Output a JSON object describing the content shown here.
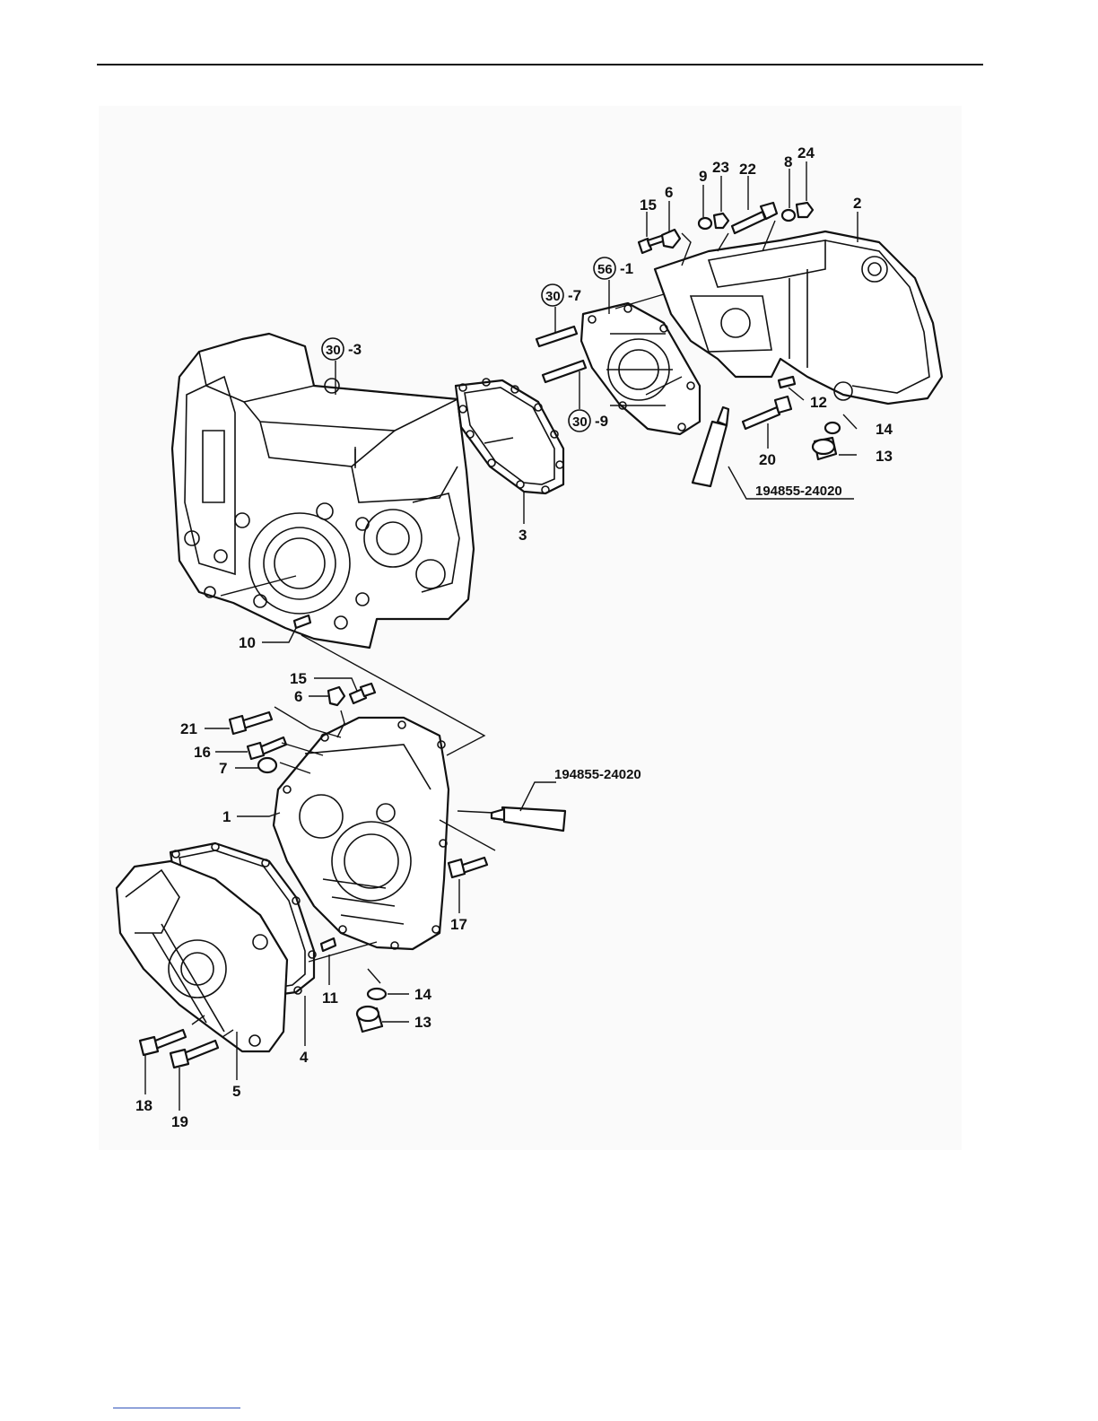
{
  "callouts": {
    "c15_top": "15",
    "c6_top": "6",
    "c9": "9",
    "c23": "23",
    "c22": "22",
    "c8": "8",
    "c24": "24",
    "c2": "2",
    "c56": "56",
    "c56_suffix": "-1",
    "c30a": "30",
    "c30a_suffix": "-7",
    "c30b": "30",
    "c30b_suffix": "-3",
    "c30c": "30",
    "c30c_suffix": "-9",
    "c12": "12",
    "c14_top": "14",
    "c13_top": "13",
    "c20": "20",
    "partno_top": "194855-24020",
    "c3": "3",
    "c10": "10",
    "c15_bot": "15",
    "c6_bot": "6",
    "c21": "21",
    "c16": "16",
    "c7": "7",
    "partno_bot": "194855-24020",
    "c1": "1",
    "c17": "17",
    "c11": "11",
    "c14_bot": "14",
    "c13_bot": "13",
    "c4": "4",
    "c5": "5",
    "c18": "18",
    "c19": "19"
  }
}
